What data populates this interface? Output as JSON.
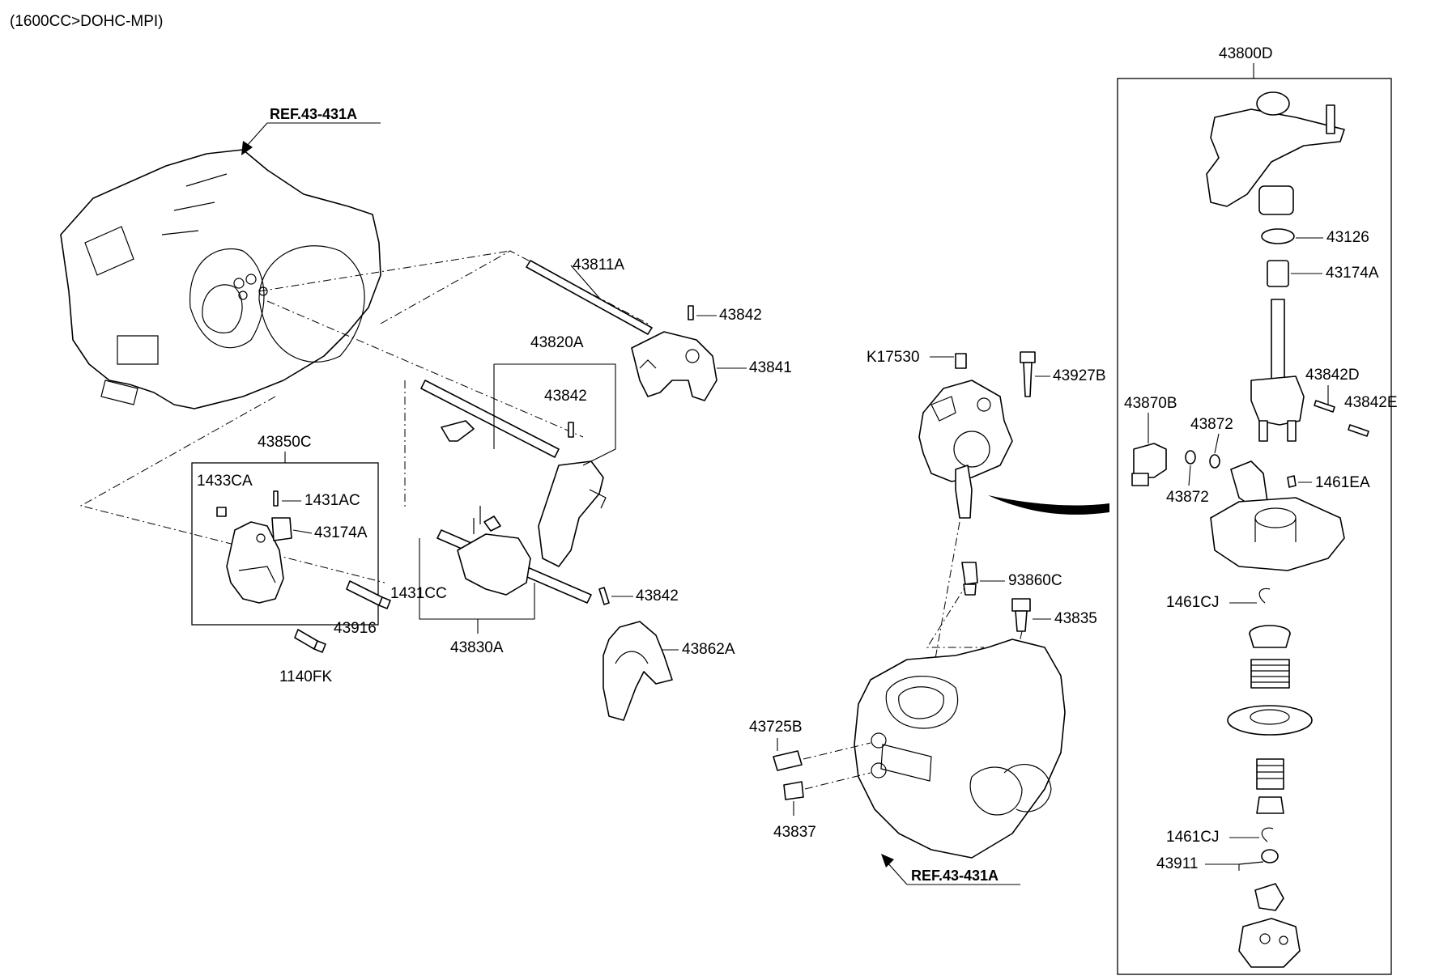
{
  "header": {
    "caption": "(1600CC>DOHC-MPI)"
  },
  "labels": {
    "ref_top": "REF.43-431A",
    "ref_bottom": "REF.43-431A",
    "p43811A": "43811A",
    "p43842_a": "43842",
    "p43841": "43841",
    "p43820A": "43820A",
    "p43842_b": "43842",
    "p43850C": "43850C",
    "p1433CA": "1433CA",
    "p1431AC": "1431AC",
    "p43174A_left": "43174A",
    "p43916": "43916",
    "p1140FK": "1140FK",
    "p1431CC": "1431CC",
    "p43830A": "43830A",
    "p43842_c": "43842",
    "p43862A": "43862A",
    "pK17530": "K17530",
    "p43927B": "43927B",
    "p93860C": "93860C",
    "p43835": "43835",
    "p43725B": "43725B",
    "p43837": "43837",
    "p43800D": "43800D",
    "p43126": "43126",
    "p43174A_right": "43174A",
    "p43842D": "43842D",
    "p43842E": "43842E",
    "p43870B": "43870B",
    "p43872_a": "43872",
    "p43872_b": "43872",
    "p1461EA": "1461EA",
    "p1461CJ_a": "1461CJ",
    "p1461CJ_b": "1461CJ",
    "p43911": "43911"
  }
}
